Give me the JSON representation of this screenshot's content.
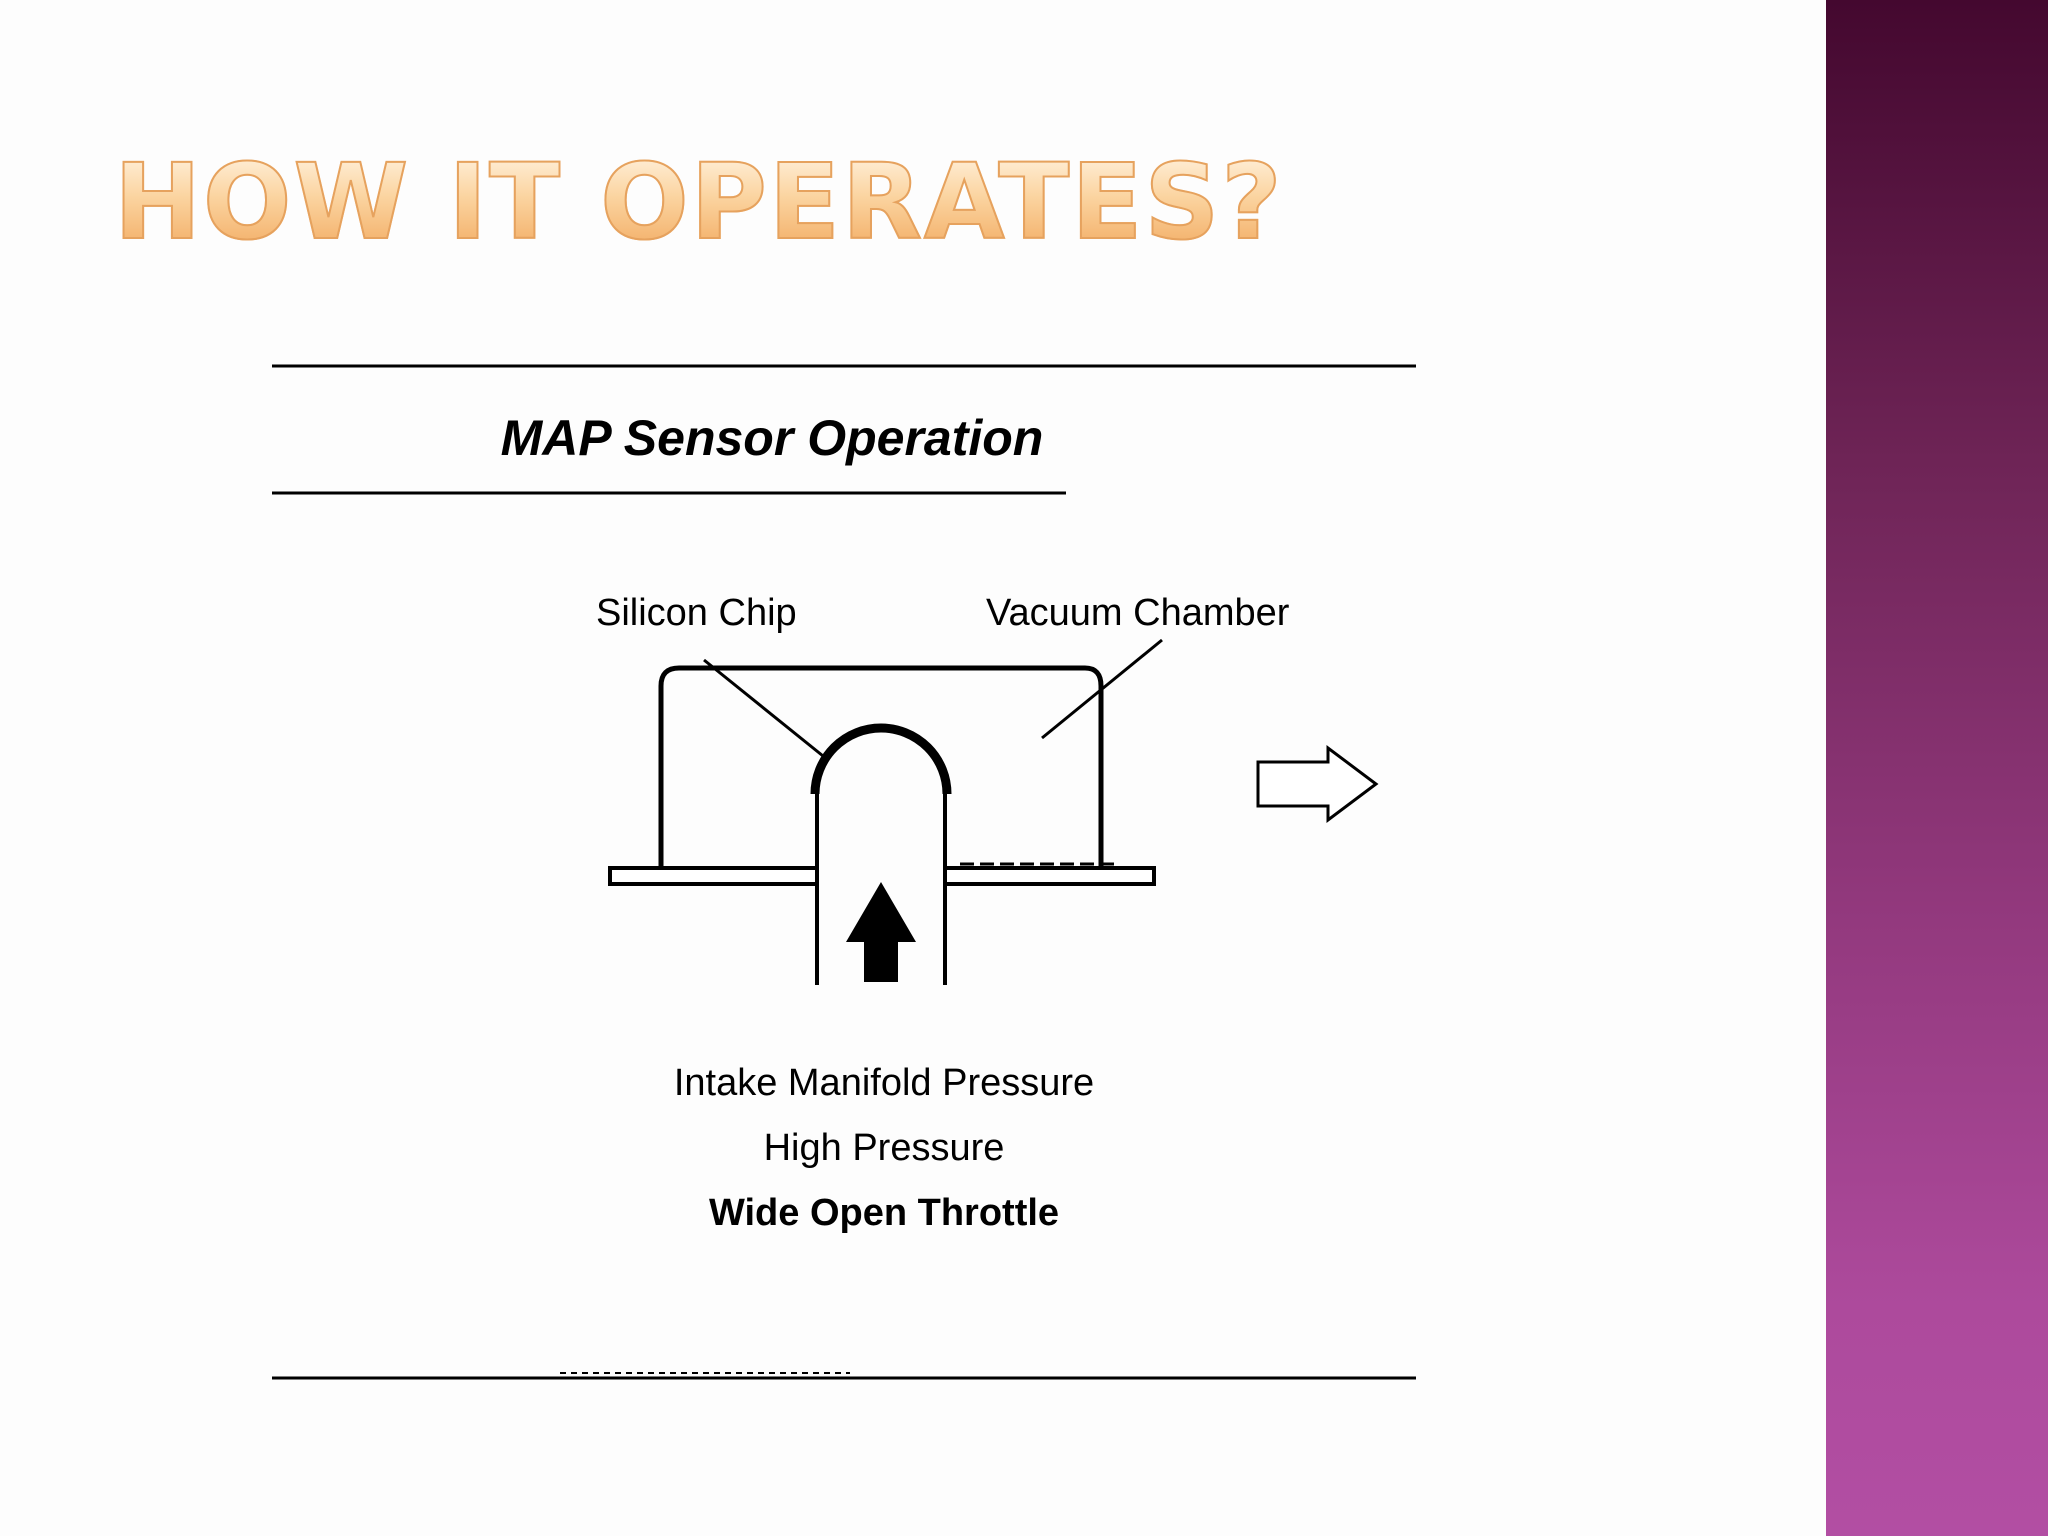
{
  "slide": {
    "title": "HOW IT OPERATES?",
    "colors": {
      "title_fill": "#fbd4a0",
      "title_outline": "#e6a25e",
      "side_band_top": "#44082f",
      "side_band_bottom": "#b24ea3"
    }
  },
  "figure": {
    "heading": "MAP Sensor Operation",
    "labels": {
      "silicon_chip": "Silicon Chip",
      "vacuum_chamber": "Vacuum Chamber"
    },
    "caption": {
      "line1": "Intake Manifold Pressure",
      "line2": "High Pressure",
      "line3": "Wide Open Throttle"
    },
    "icons": {
      "output_arrow": "right-arrow-outline-icon",
      "pressure_arrow": "up-arrow-solid-icon"
    }
  }
}
